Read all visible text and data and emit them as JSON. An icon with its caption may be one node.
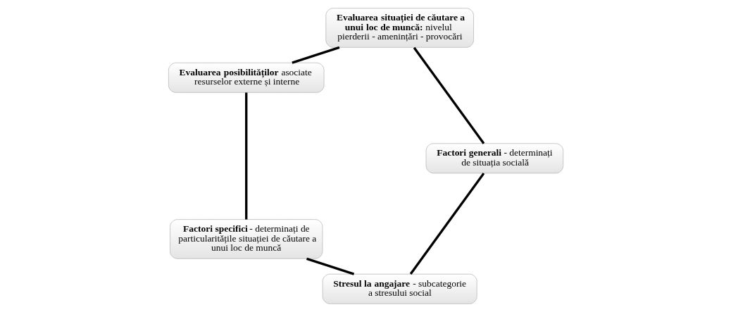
{
  "diagram": {
    "nodes": [
      {
        "text": [
          "**Stresul la angajare** - subcategorie a stresului social"
        ]
      },
      {
        "text": [
          "**Factori generali** - determinați de situația socială"
        ]
      },
      {
        "text": [
          "**Factori specifici** - determinați de particularitățile situației de căutare a unui loc de muncă"
        ]
      },
      {
        "text": [
          "**Evaluarea situației de căutare a unui loc de muncă:** nivelul pierderii - amenințări - provocări"
        ]
      },
      {
        "text": [
          "**Evaluarea posibilităților** asociate  resurselor externe și interne"
        ]
      }
    ],
    "edges": [
      {
        "from": 0,
        "to": 2,
        "arrow": "none"
      },
      {
        "from": 2,
        "to": 4,
        "arrow": "none"
      },
      {
        "from": 4,
        "to": 3,
        "arrow": "none"
      },
      {
        "from": 3,
        "to": 1,
        "arrow": "none"
      },
      {
        "from": 1,
        "to": 0,
        "arrow": "none"
      }
    ]
  }
}
